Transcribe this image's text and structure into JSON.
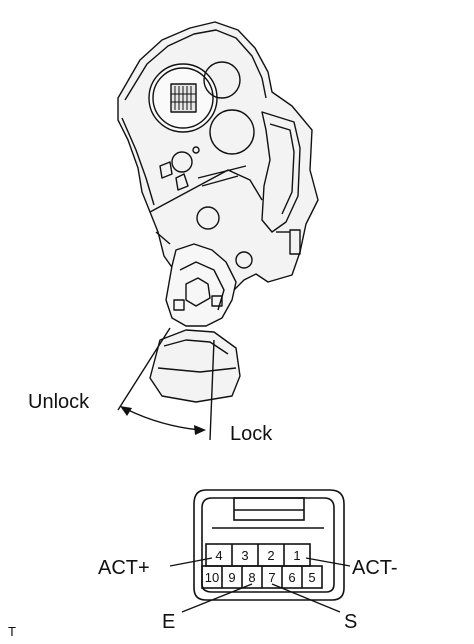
{
  "labels": {
    "unlock": "Unlock",
    "lock": "Lock",
    "act_plus": "ACT+",
    "act_minus": "ACT-",
    "e": "E",
    "s": "S",
    "corner": "T"
  },
  "connector": {
    "top_row": [
      "4",
      "3",
      "2",
      "1"
    ],
    "bottom_row": [
      "10",
      "9",
      "8",
      "7",
      "6",
      "5"
    ]
  }
}
